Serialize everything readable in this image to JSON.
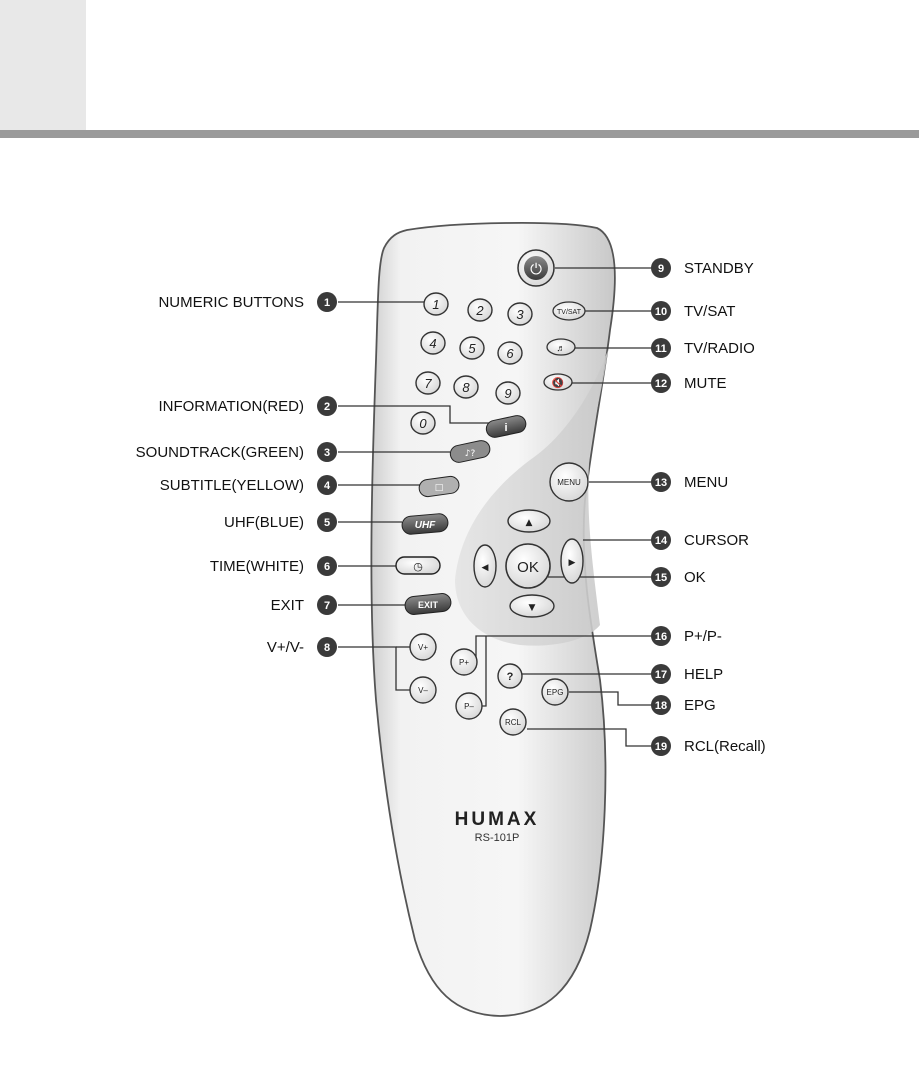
{
  "remote": {
    "brand": "HUMAX",
    "model": "RS-101P",
    "buttons": {
      "numerals": [
        "1",
        "2",
        "3",
        "4",
        "5",
        "6",
        "7",
        "8",
        "9",
        "0"
      ],
      "tvsat": "TV/SAT",
      "radio": "♬",
      "info": "i",
      "soundtrack": "♪?",
      "subtitle": "□",
      "uhf": "UHF",
      "time": "◷",
      "exit": "EXIT",
      "menu": "MENU",
      "ok": "OK",
      "up": "▲",
      "down": "▼",
      "left": "◀",
      "right": "▶",
      "vplus": "V+",
      "vminus": "V–",
      "pplus": "P+",
      "pminus": "P–",
      "help": "?",
      "epg": "EPG",
      "rcl": "RCL"
    }
  },
  "callouts": [
    {
      "n": "1",
      "label": "NUMERIC BUTTONS"
    },
    {
      "n": "2",
      "label": "INFORMATION(RED)"
    },
    {
      "n": "3",
      "label": "SOUNDTRACK(GREEN)"
    },
    {
      "n": "4",
      "label": "SUBTITLE(YELLOW)"
    },
    {
      "n": "5",
      "label": "UHF(BLUE)"
    },
    {
      "n": "6",
      "label": "TIME(WHITE)"
    },
    {
      "n": "7",
      "label": "EXIT"
    },
    {
      "n": "8",
      "label": "V+/V-"
    },
    {
      "n": "9",
      "label": "STANDBY"
    },
    {
      "n": "10",
      "label": "TV/SAT"
    },
    {
      "n": "11",
      "label": "TV/RADIO"
    },
    {
      "n": "12",
      "label": "MUTE"
    },
    {
      "n": "13",
      "label": "MENU"
    },
    {
      "n": "14",
      "label": "CURSOR"
    },
    {
      "n": "15",
      "label": "OK"
    },
    {
      "n": "16",
      "label": "P+/P-"
    },
    {
      "n": "17",
      "label": "HELP"
    },
    {
      "n": "18",
      "label": "EPG"
    },
    {
      "n": "19",
      "label": "RCL(Recall)"
    }
  ]
}
